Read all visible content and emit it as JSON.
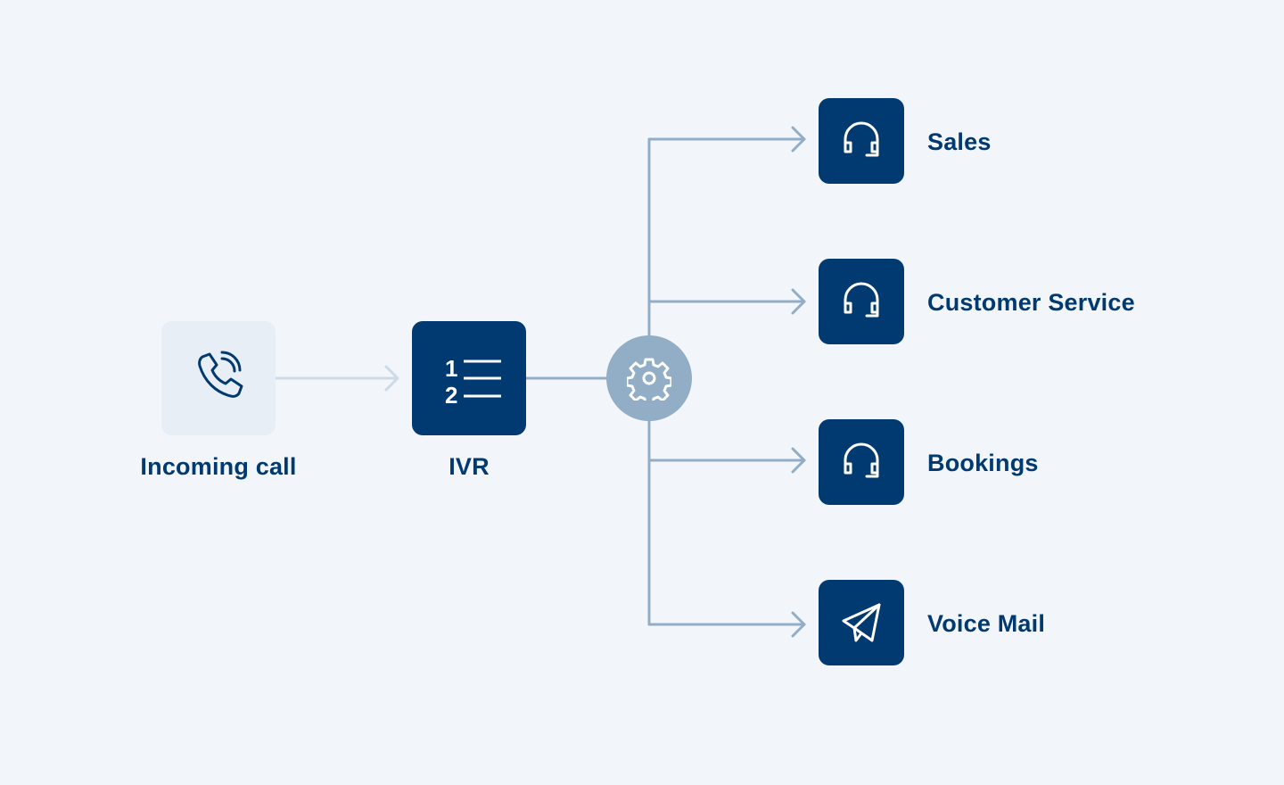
{
  "diagram": {
    "title": "IVR call routing",
    "source": {
      "label": "Incoming call",
      "icon": "phone-ringing-icon"
    },
    "ivr": {
      "label": "IVR",
      "icon": "numbered-list-icon"
    },
    "router": {
      "icon": "gear-icon"
    },
    "destinations": [
      {
        "label": "Sales",
        "icon": "headset-icon"
      },
      {
        "label": "Customer Service",
        "icon": "headset-icon"
      },
      {
        "label": "Bookings",
        "icon": "headset-icon"
      },
      {
        "label": "Voice Mail",
        "icon": "paper-plane-icon"
      }
    ],
    "colors": {
      "background": "#f2f6fa",
      "primary": "#003a70",
      "connector": "#92adc6",
      "connector_light": "#cdd9e5",
      "source_tile": "#e8eef6"
    }
  }
}
